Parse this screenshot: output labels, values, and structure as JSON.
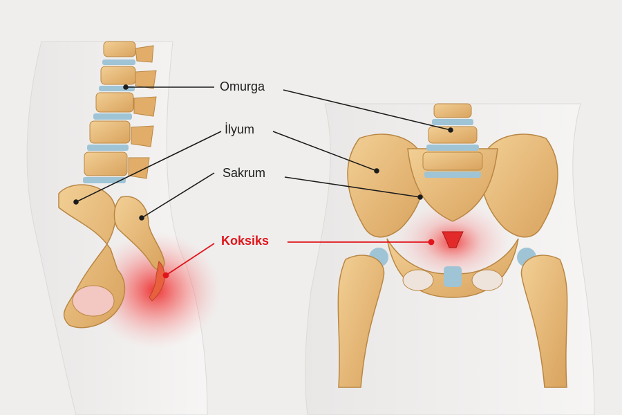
{
  "labels": {
    "spine": "Omurga",
    "ilium": "İlyum",
    "sacrum": "Sakrum",
    "coccyx": "Koksiks"
  },
  "colors": {
    "background": "#efeeed",
    "bone": "#e7b877",
    "bone_shadow": "#b98643",
    "disc": "#9fc4d6",
    "pain": "#ee2b2b",
    "label_text": "#1c1c1c",
    "highlight_label": "#e0141b"
  }
}
